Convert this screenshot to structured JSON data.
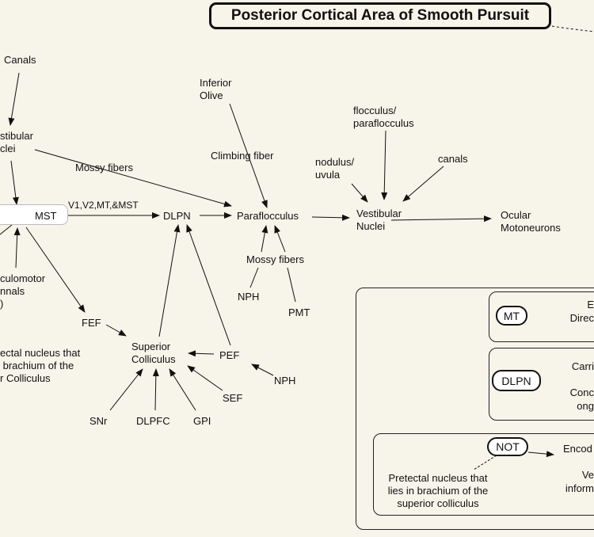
{
  "title": "Posterior Cortical Area of Smooth Pursuit",
  "nodes": {
    "canals_left": "Canals",
    "vestibular_left": "stibular\nclei",
    "mossy_fibers_top": "Mossy fibers",
    "inferior_olive": "Inferior\nOlive",
    "climbing_fiber": "Climbing fiber",
    "mst": "MST",
    "v1_label": "V1,V2,MT,&MST",
    "dlpn": "DLPN",
    "paraflocculus": "Paraflocculus",
    "mossy_fibers_mid": "Mossy fibers",
    "nph_bottom": "NPH",
    "pmt": "PMT",
    "flocculus": "flocculus/\nparaflocculus",
    "nodulus": "nodulus/\nuvula",
    "canals_right": "canals",
    "vestibular_nuclei": "Vestibular\nNuclei",
    "ocular_motoneurons": "Ocular\nMotoneurons",
    "oculomotor": "culomotor\nnnals\n)",
    "fef": "FEF",
    "pretectal_left": "ectal nucleus that\n brachium of the\nr Colliculus",
    "superior_colliculus": "Superior\nColliculus",
    "pef": "PEF",
    "nph_right": "NPH",
    "sef": "SEF",
    "snr": "SNr",
    "dlpfc": "DLPFC",
    "gpi": "GPI"
  },
  "legend": {
    "mt_tag": "MT",
    "mt_desc": "E\nDirec",
    "dlpn_tag": "DLPN",
    "dlpn_desc1": "Carri",
    "dlpn_desc2": "Conc\nong",
    "not_tag": "NOT",
    "not_desc": "Encod",
    "not_desc2": "Ve\ninform",
    "not_note": "Pretectal nucleus that\nlies in brachium of the\nsuperior colliculus"
  }
}
